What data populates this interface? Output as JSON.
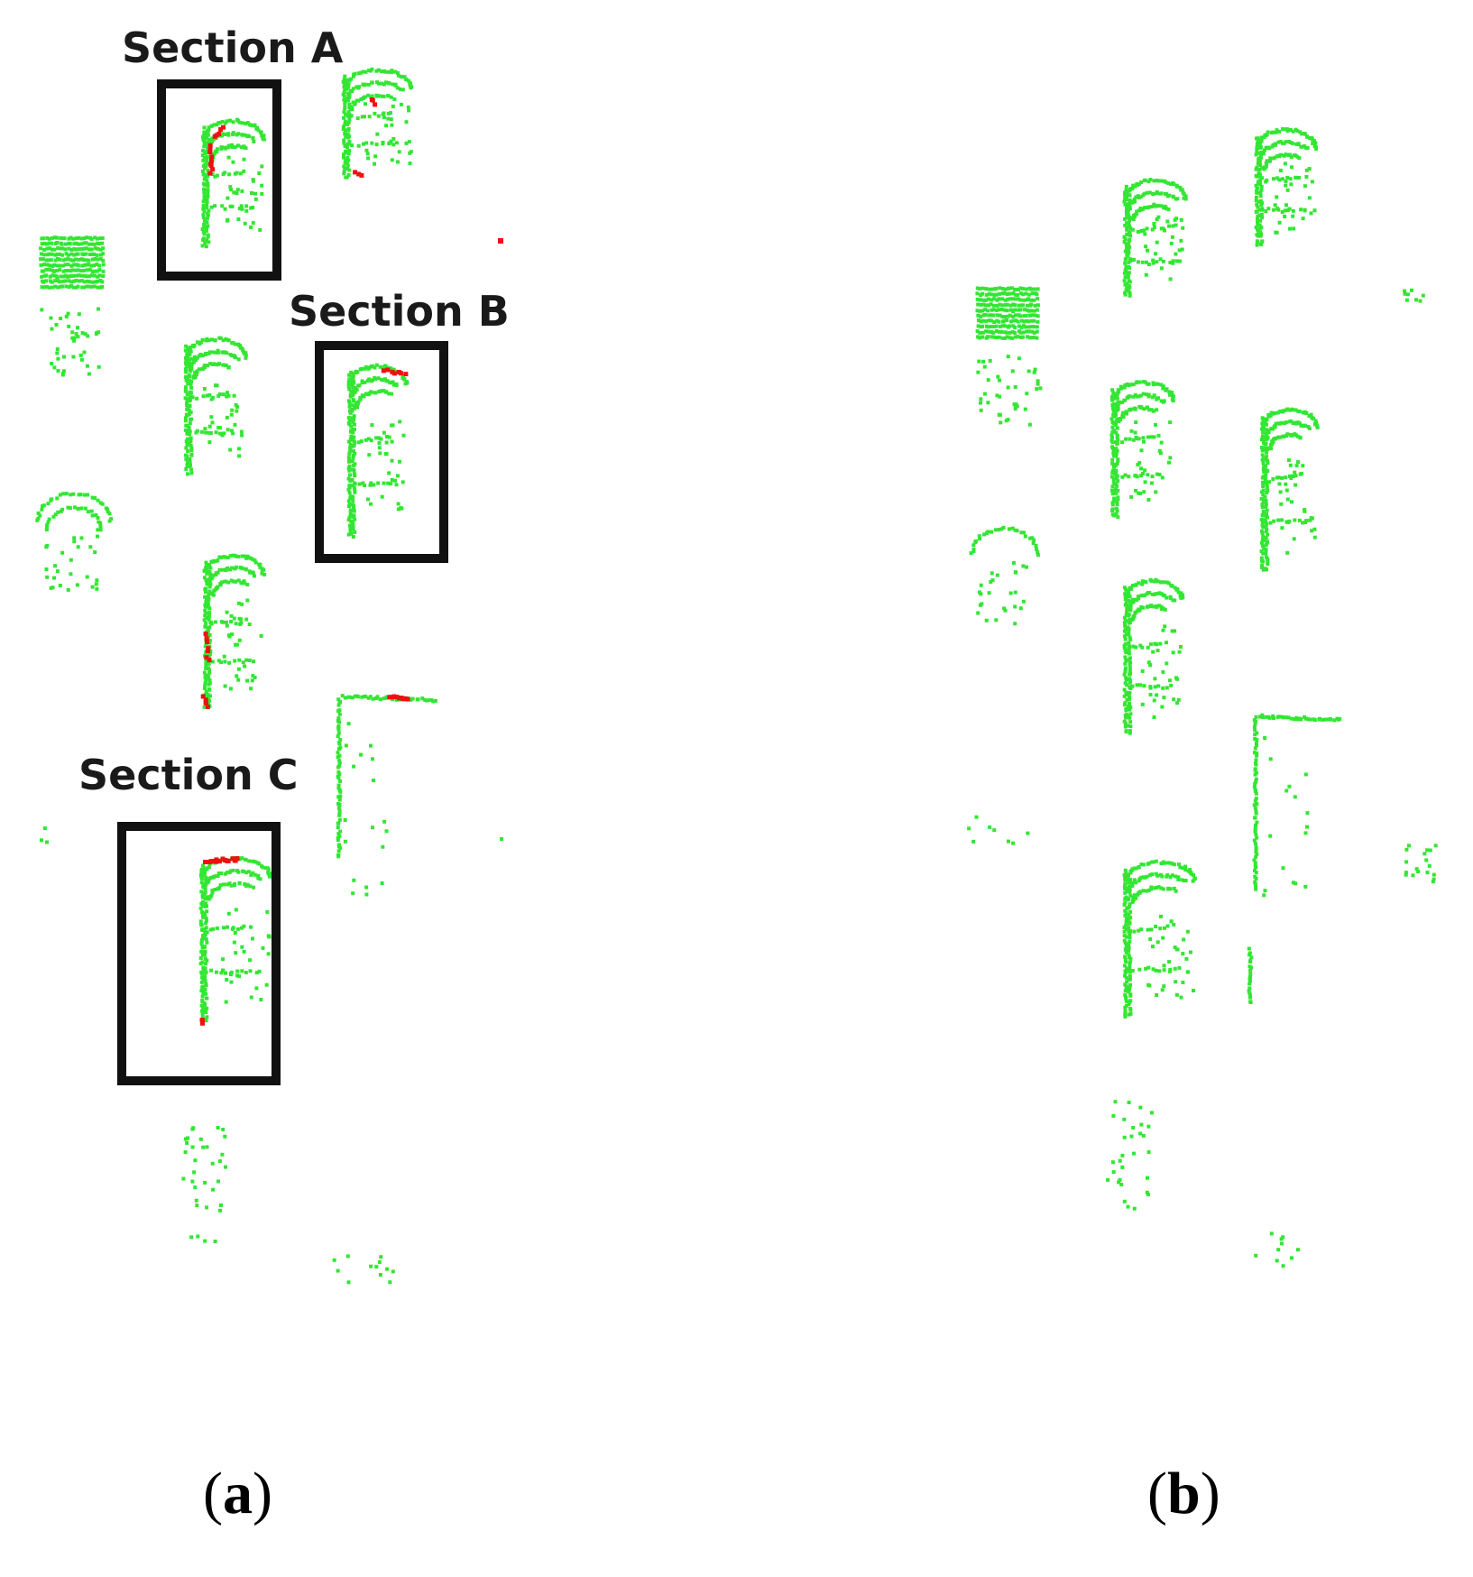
{
  "figure": {
    "colors": {
      "ground": "#33e633",
      "highlight": "#ee1111",
      "box": "#111111"
    },
    "panels": [
      {
        "id": "a",
        "label_open": "(",
        "label_letter": "a",
        "label_close": ")",
        "sections": [
          {
            "id": "A",
            "label": "Section A"
          },
          {
            "id": "B",
            "label": "Section B"
          },
          {
            "id": "C",
            "label": "Section C"
          }
        ]
      },
      {
        "id": "b",
        "label_open": "(",
        "label_letter": "b",
        "label_close": ")"
      }
    ]
  }
}
